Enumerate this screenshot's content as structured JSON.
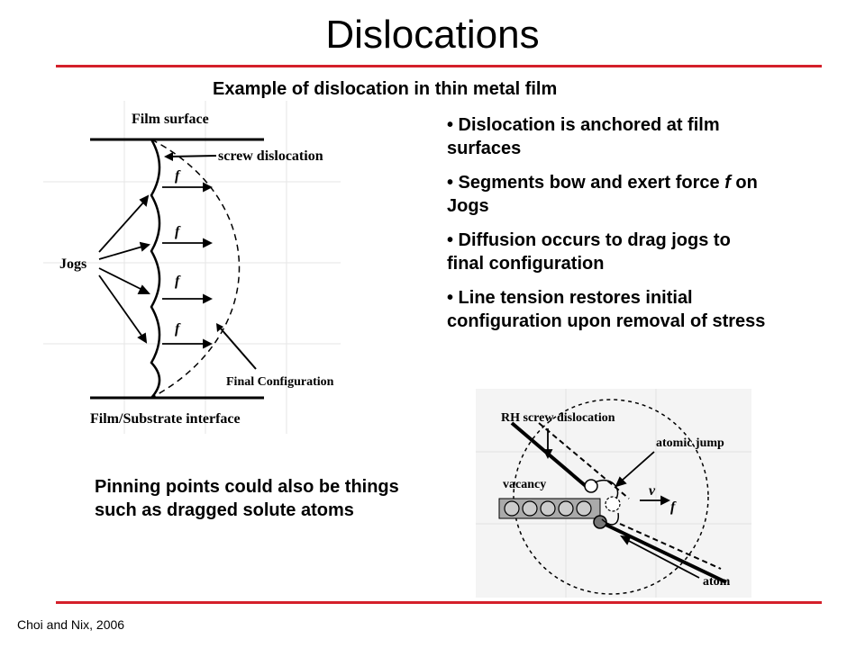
{
  "slide": {
    "title": "Dislocations",
    "subtitle": "Example of dislocation in thin metal film",
    "bullets": [
      "• Dislocation is anchored at film surfaces",
      "• Segments bow and exert force ",
      "• Diffusion occurs to drag jogs to final configuration",
      "• Line tension restores initial configuration upon removal of stress"
    ],
    "bullet2_italic": "f",
    "bullet2_tail": " on Jogs",
    "pinning_note": "Pinning points could also be things such as dragged solute atoms",
    "citation": "Choi and Nix, 2006",
    "accent_color": "#d4202a"
  },
  "figure_left": {
    "film_surface": "Film surface",
    "screw_dislocation": "screw dislocation",
    "jogs": "Jogs",
    "force_symbol": "f",
    "final_configuration": "Final Configuration",
    "interface": "Film/Substrate interface"
  },
  "figure_right": {
    "rh_screw": "RH screw dislocation",
    "atomic_jump": "atomic jump",
    "vacancy": "vacancy",
    "velocity": "v",
    "force": "f",
    "atom": "atom"
  }
}
